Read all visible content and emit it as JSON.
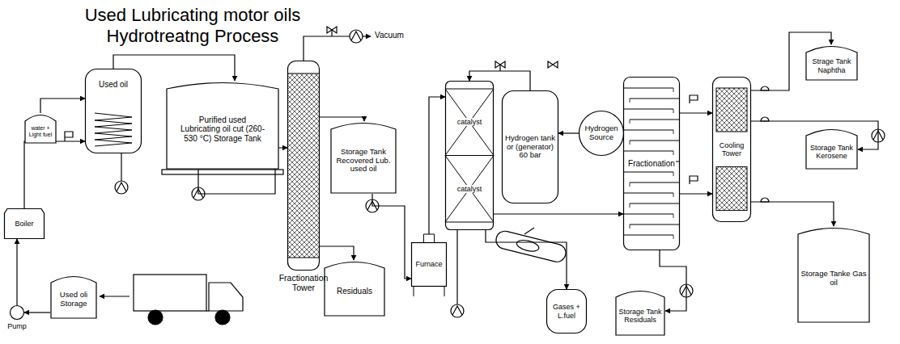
{
  "diagram": {
    "title": "Used Lubricating motor oils Hydrotreatng Process",
    "nodes": [
      {
        "text": [
          "water + Light fuel"
        ]
      },
      {
        "text": [
          "Used oil"
        ]
      },
      {
        "text": [
          "Purified used Lubricating oil cut (260-530 °C) Storage Tank"
        ]
      },
      {
        "text": [
          "Fractionation Tower"
        ]
      },
      {
        "text": [
          "Storage Tank Recovered Lub. used oil"
        ]
      },
      {
        "text": [
          "Residuals"
        ]
      },
      {
        "text": [
          "catalyst",
          "catalyst"
        ]
      },
      {
        "text": [
          "Hydrogen tank or (generator) 60 bar"
        ]
      },
      {
        "text": [
          "Hydrogen Source"
        ]
      },
      {
        "text": [
          "Fractionation"
        ]
      },
      {
        "text": [
          "Cooling Tower"
        ]
      },
      {
        "text": [
          "Strage Tank Naphtha"
        ]
      },
      {
        "text": [
          "Storage Tank Kerosene"
        ]
      },
      {
        "text": [
          "Boiler"
        ]
      },
      {
        "text": [
          "Furnace"
        ]
      },
      {
        "text": [
          "Gases + L.fuel"
        ]
      },
      {
        "text": [
          "Storage Tank Residuals"
        ]
      },
      {
        "text": [
          "Storage Tanke Gas oil"
        ]
      },
      {
        "text": [
          "Used oli Storage"
        ]
      },
      {
        "text": [
          "Pump"
        ]
      }
    ],
    "edges": [
      {
        "from": 0,
        "to": 1,
        "arrow": "to"
      },
      {
        "from": 19,
        "to": 13,
        "arrow": "to"
      },
      {
        "from": 18,
        "to": 19,
        "arrow": "to"
      },
      {
        "from": 13,
        "to": 1,
        "arrow": "to"
      },
      {
        "from": 1,
        "to": 2,
        "arrow": "to"
      },
      {
        "from": 2,
        "to": 3,
        "arrow": "to"
      },
      {
        "from": 3,
        "to": 4,
        "arrow": "to"
      },
      {
        "from": 3,
        "to": 5,
        "arrow": "to"
      },
      {
        "from": 4,
        "to": 14,
        "arrow": "to"
      },
      {
        "from": 14,
        "to": 6,
        "arrow": "to"
      },
      {
        "from": 8,
        "to": 7,
        "arrow": "to"
      },
      {
        "from": 7,
        "to": 6,
        "arrow": "to"
      },
      {
        "from": 6,
        "to": 15,
        "arrow": "to"
      },
      {
        "from": 6,
        "to": 9,
        "arrow": "to"
      },
      {
        "from": 9,
        "to": 10,
        "arrow": "to"
      },
      {
        "from": 9,
        "to": 10,
        "arrow": "to"
      },
      {
        "from": 10,
        "to": 11,
        "arrow": "to"
      },
      {
        "from": 10,
        "to": 12,
        "arrow": "to"
      },
      {
        "from": 10,
        "to": 17,
        "arrow": "to"
      },
      {
        "from": 9,
        "to": 16,
        "arrow": "to"
      }
    ],
    "labels": [
      "Vacuum"
    ]
  }
}
